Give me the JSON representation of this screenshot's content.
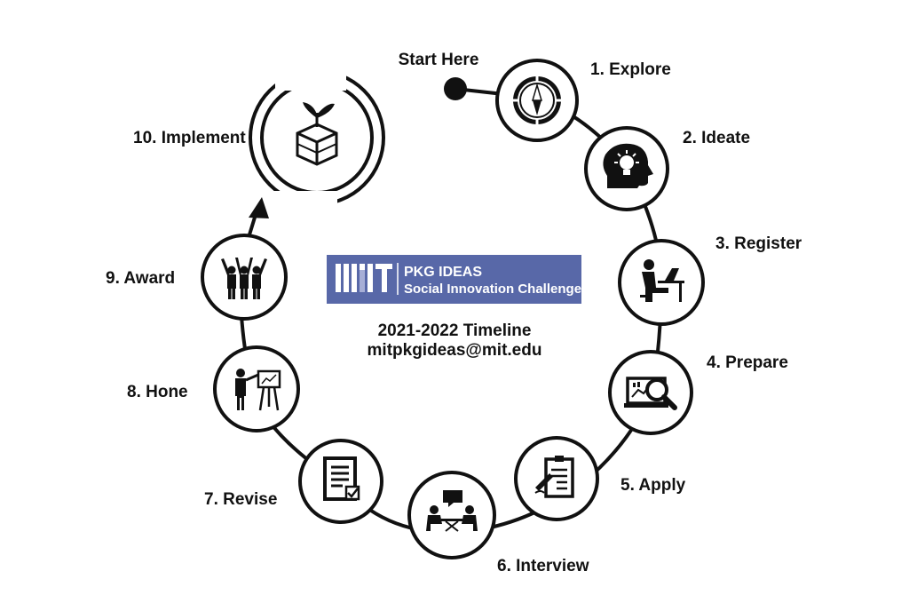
{
  "start_label": "Start Here",
  "steps": [
    {
      "label": "1. Explore",
      "icon": "compass-icon"
    },
    {
      "label": "2. Ideate",
      "icon": "head-lightbulb-icon"
    },
    {
      "label": "3. Register",
      "icon": "person-at-laptop-icon"
    },
    {
      "label": "4. Prepare",
      "icon": "laptop-magnifier-icon"
    },
    {
      "label": "5. Apply",
      "icon": "clipboard-pen-icon"
    },
    {
      "label": "6. Interview",
      "icon": "two-people-talking-icon"
    },
    {
      "label": "7. Revise",
      "icon": "document-checkmark-icon"
    },
    {
      "label": "8. Hone",
      "icon": "presenter-easel-icon"
    },
    {
      "label": "9. Award",
      "icon": "celebrating-team-icon"
    },
    {
      "label": "10. Implement",
      "icon": "seedling-box-icon"
    }
  ],
  "banner": {
    "logo_text": "MIT",
    "line1": "PKG IDEAS",
    "line2": "Social Innovation Challenge",
    "color": "#5868a8"
  },
  "center": {
    "title": "2021-2022 Timeline",
    "email": "mitpkgideas@mit.edu"
  }
}
